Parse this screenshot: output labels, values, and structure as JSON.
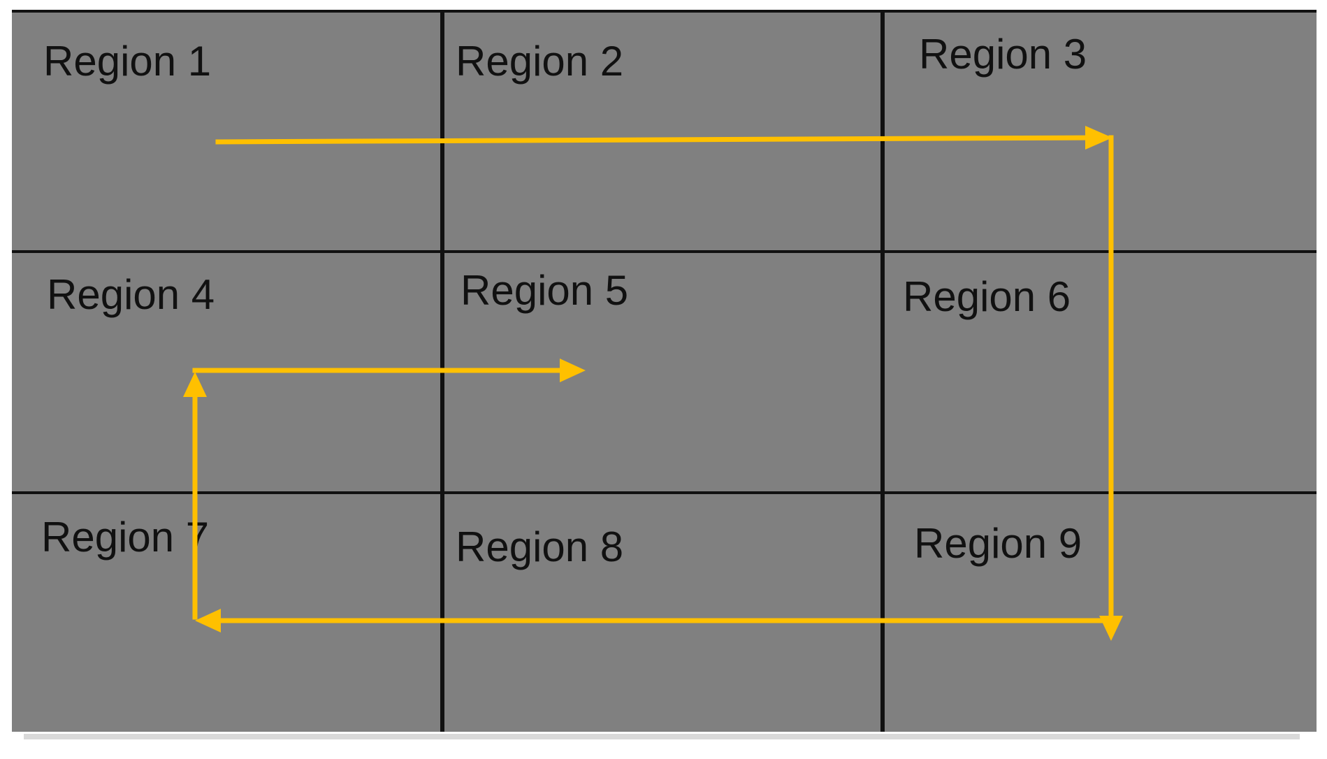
{
  "grid": {
    "rows": 3,
    "cols": 3,
    "background_color": "#808080",
    "line_color": "#111111"
  },
  "regions": [
    {
      "label": "Region 1"
    },
    {
      "label": "Region 2"
    },
    {
      "label": "Region 3"
    },
    {
      "label": "Region 4"
    },
    {
      "label": "Region 5"
    },
    {
      "label": "Region 6"
    },
    {
      "label": "Region 7"
    },
    {
      "label": "Region 8"
    },
    {
      "label": "Region 9"
    }
  ],
  "path": {
    "color": "#FFC000",
    "order": [
      "Region 1",
      "Region 2",
      "Region 3",
      "Region 6",
      "Region 9",
      "Region 8",
      "Region 7",
      "Region 4",
      "Region 5"
    ]
  }
}
